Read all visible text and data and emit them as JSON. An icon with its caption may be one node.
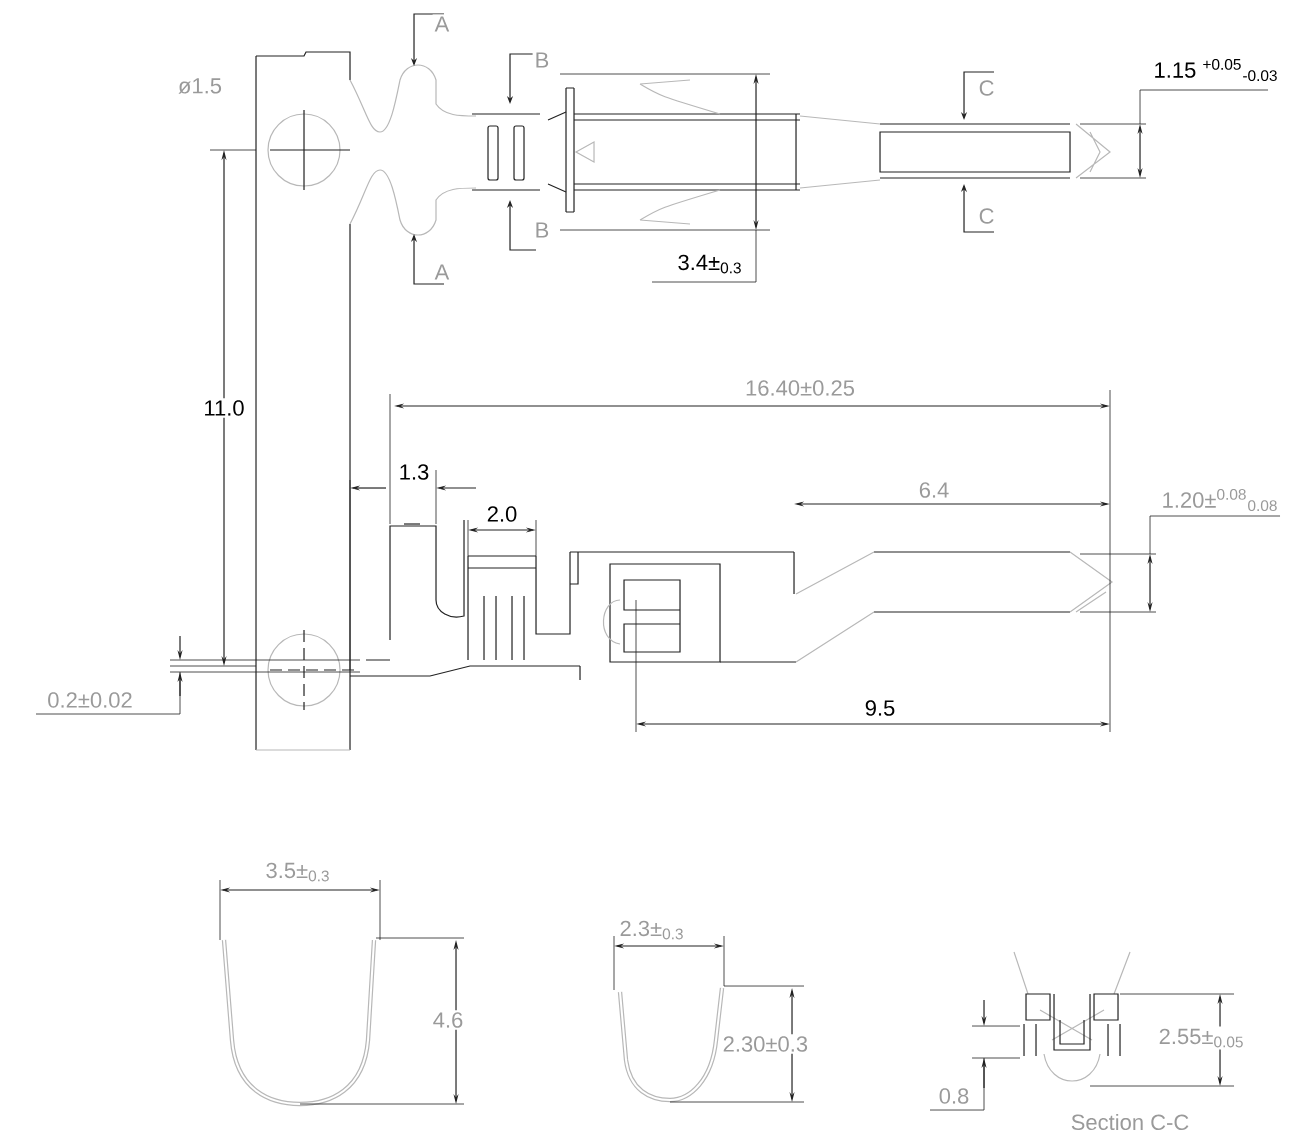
{
  "diagram": {
    "labels": [
      "ø1.5",
      "A",
      "A",
      "B",
      "B",
      "C",
      "C",
      "3.4±$_{0.3}$",
      "1.15 $^{+0.05}$$_{-0.03}$",
      "11.0",
      "16.40±0.25",
      "1.3",
      "2.0",
      "6.4",
      "1.20±$^{0.08}$$_{0.08}$",
      "9.5",
      "0.2±0.02",
      "3.5±$_{0.3}$",
      "4.6",
      "2.3±$_{0.3}$",
      "2.30±0.3",
      "0.8",
      "2.55±$_{0.05}$",
      "Section C-C"
    ]
  }
}
